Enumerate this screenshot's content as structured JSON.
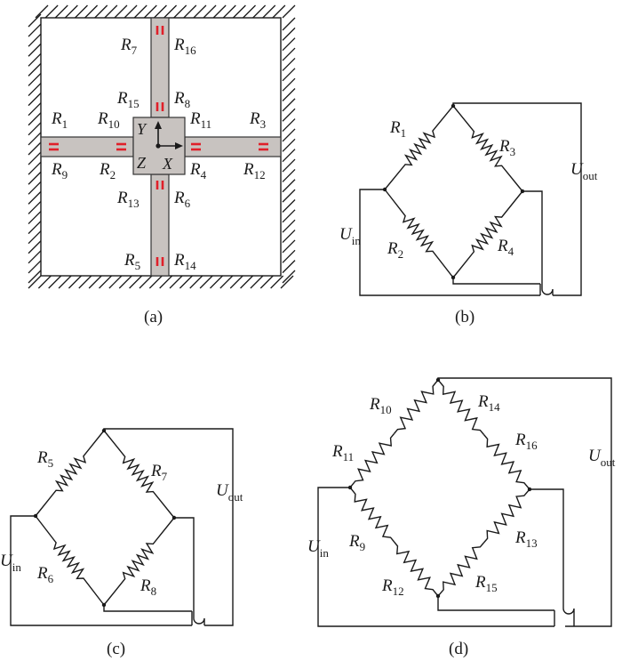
{
  "panel_a": {
    "caption": "(a)",
    "labels": {
      "r1": [
        "R",
        "1"
      ],
      "r2": [
        "R",
        "2"
      ],
      "r3": [
        "R",
        "3"
      ],
      "r4": [
        "R",
        "4"
      ],
      "r5": [
        "R",
        "5"
      ],
      "r6": [
        "R",
        "6"
      ],
      "r7": [
        "R",
        "7"
      ],
      "r8": [
        "R",
        "8"
      ],
      "r9": [
        "R",
        "9"
      ],
      "r10": [
        "R",
        "10"
      ],
      "r11": [
        "R",
        "11"
      ],
      "r12": [
        "R",
        "12"
      ],
      "r13": [
        "R",
        "13"
      ],
      "r14": [
        "R",
        "14"
      ],
      "r15": [
        "R",
        "15"
      ],
      "r16": [
        "R",
        "16"
      ]
    },
    "axes": {
      "y": "Y",
      "z": "Z",
      "x": "X"
    }
  },
  "panel_b": {
    "caption": "(b)",
    "labels": {
      "r1": [
        "R",
        "1"
      ],
      "r2": [
        "R",
        "2"
      ],
      "r3": [
        "R",
        "3"
      ],
      "r4": [
        "R",
        "4"
      ]
    },
    "u_in": [
      "U",
      "in"
    ],
    "u_out": [
      "U",
      "out"
    ]
  },
  "panel_c": {
    "caption": "(c)",
    "labels": {
      "r5": [
        "R",
        "5"
      ],
      "r6": [
        "R",
        "6"
      ],
      "r7": [
        "R",
        "7"
      ],
      "r8": [
        "R",
        "8"
      ]
    },
    "u_in": [
      "U",
      "in"
    ],
    "u_out": [
      "U",
      "out"
    ]
  },
  "panel_d": {
    "caption": "(d)",
    "labels": {
      "r9": [
        "R",
        "9"
      ],
      "r10": [
        "R",
        "10"
      ],
      "r11": [
        "R",
        "11"
      ],
      "r12": [
        "R",
        "12"
      ],
      "r13": [
        "R",
        "13"
      ],
      "r14": [
        "R",
        "14"
      ],
      "r15": [
        "R",
        "15"
      ],
      "r16": [
        "R",
        "16"
      ]
    },
    "u_in": [
      "U",
      "in"
    ],
    "u_out": [
      "U",
      "out"
    ]
  },
  "colors": {
    "gauge": "#e0202a",
    "beam": "#c8c3c0",
    "line": "#1a1a1a"
  }
}
